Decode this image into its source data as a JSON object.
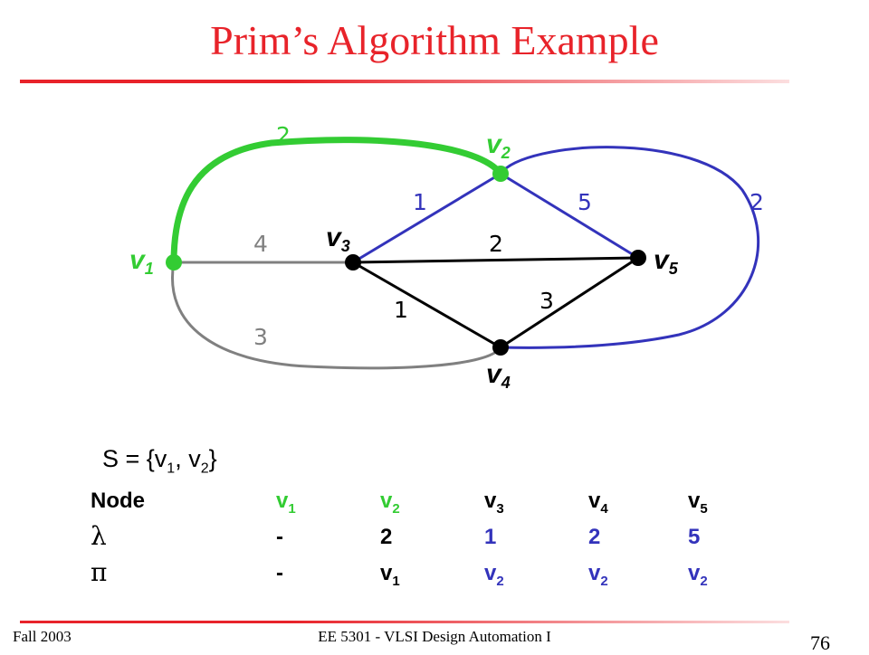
{
  "title": "Prim’s Algorithm Example",
  "graph": {
    "colors": {
      "green": "#33cc33",
      "blue": "#3333bb",
      "gray": "#808080",
      "black": "#000000"
    },
    "nodes": {
      "v1": {
        "label": "v",
        "sub": "1",
        "color": "#33cc33"
      },
      "v2": {
        "label": "v",
        "sub": "2",
        "color": "#33cc33"
      },
      "v3": {
        "label": "v",
        "sub": "3",
        "color": "#000000"
      },
      "v4": {
        "label": "v",
        "sub": "4",
        "color": "#000000"
      },
      "v5": {
        "label": "v",
        "sub": "5",
        "color": "#000000"
      }
    },
    "edges": [
      {
        "from": "v1",
        "to": "v2",
        "weight": "2",
        "color": "#33cc33"
      },
      {
        "from": "v1",
        "to": "v3",
        "weight": "4",
        "color": "#808080"
      },
      {
        "from": "v1",
        "to": "v4",
        "weight": "3",
        "color": "#808080"
      },
      {
        "from": "v2",
        "to": "v3",
        "weight": "1",
        "color": "#3333bb"
      },
      {
        "from": "v2",
        "to": "v5",
        "weight": "5",
        "color": "#3333bb"
      },
      {
        "from": "v2",
        "to": "v4",
        "weight": "2",
        "color": "#3333bb"
      },
      {
        "from": "v3",
        "to": "v5",
        "weight": "2",
        "color": "#000000"
      },
      {
        "from": "v3",
        "to": "v4",
        "weight": "1",
        "color": "#000000"
      },
      {
        "from": "v4",
        "to": "v5",
        "weight": "3",
        "color": "#000000"
      }
    ]
  },
  "set_line": {
    "prefix": "S = {v",
    "sub1": "1",
    "mid": ", v",
    "sub2": "2",
    "suffix": "}"
  },
  "table": {
    "header": {
      "label": "Node",
      "cells": [
        {
          "text": "v",
          "sub": "1",
          "color": "#33cc33"
        },
        {
          "text": "v",
          "sub": "2",
          "color": "#33cc33"
        },
        {
          "text": "v",
          "sub": "3",
          "color": "#000000"
        },
        {
          "text": "v",
          "sub": "4",
          "color": "#000000"
        },
        {
          "text": "v",
          "sub": "5",
          "color": "#000000"
        }
      ]
    },
    "lambda_row": {
      "label": "λ",
      "cells": [
        {
          "text": "-",
          "sub": "",
          "color": "#000000"
        },
        {
          "text": "2",
          "sub": "",
          "color": "#000000"
        },
        {
          "text": "1",
          "sub": "",
          "color": "#3333bb"
        },
        {
          "text": "2",
          "sub": "",
          "color": "#3333bb"
        },
        {
          "text": "5",
          "sub": "",
          "color": "#3333bb"
        }
      ]
    },
    "pi_row": {
      "label": "π",
      "cells": [
        {
          "text": "-",
          "sub": "",
          "color": "#000000"
        },
        {
          "text": "v",
          "sub": "1",
          "color": "#000000"
        },
        {
          "text": "v",
          "sub": "2",
          "color": "#3333bb"
        },
        {
          "text": "v",
          "sub": "2",
          "color": "#3333bb"
        },
        {
          "text": "v",
          "sub": "2",
          "color": "#3333bb"
        }
      ]
    }
  },
  "footer": {
    "left": "Fall 2003",
    "center": "EE 5301 - VLSI Design Automation I",
    "page": "76"
  }
}
